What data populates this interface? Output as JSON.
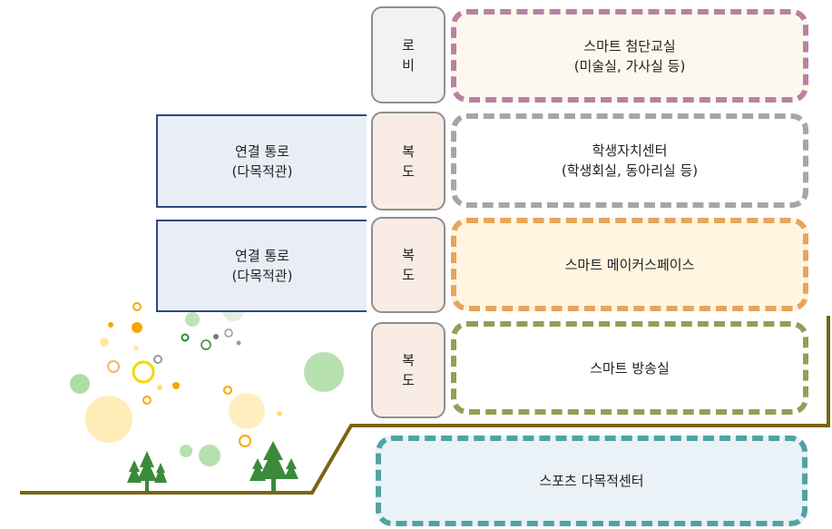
{
  "floors": [
    {
      "hall": [
        "로",
        "비"
      ],
      "room": {
        "title": "스마트 첨단교실",
        "subtitle": "(미술실, 가사실 등)",
        "border": "#b981a4",
        "fill": "#fdf8ee"
      }
    },
    {
      "hall": [
        "복",
        "도"
      ],
      "room": {
        "title": "학생자치센터",
        "subtitle": "(학생회실, 동아리실 등)",
        "border": "#a6a6a6",
        "fill": "#ffffff"
      },
      "passage": [
        "연결 통로",
        "(다목적관)"
      ]
    },
    {
      "hall": [
        "복",
        "도"
      ],
      "room": {
        "title": "스마트 메이커스페이스",
        "subtitle": "",
        "border": "#e8a45a",
        "fill": "#fff5e0"
      },
      "passage": [
        "연결 통로",
        "(다목적관)"
      ]
    },
    {
      "hall": [
        "복",
        "도"
      ],
      "room": {
        "title": "스마트 방송실",
        "subtitle": "",
        "border": "#8fa155",
        "fill": "#ffffff"
      }
    }
  ],
  "basement": {
    "title": "스포츠 다목적센터",
    "border": "#4fa3a5",
    "fill": "#eaf1f7"
  },
  "colors": {
    "lobby_fill": "#f2f2f2",
    "corridor_fill": "#f8ece4",
    "passage_border": "#2d4a7a",
    "ground_line": "#7a6511",
    "tree": "#3b8a3b"
  }
}
